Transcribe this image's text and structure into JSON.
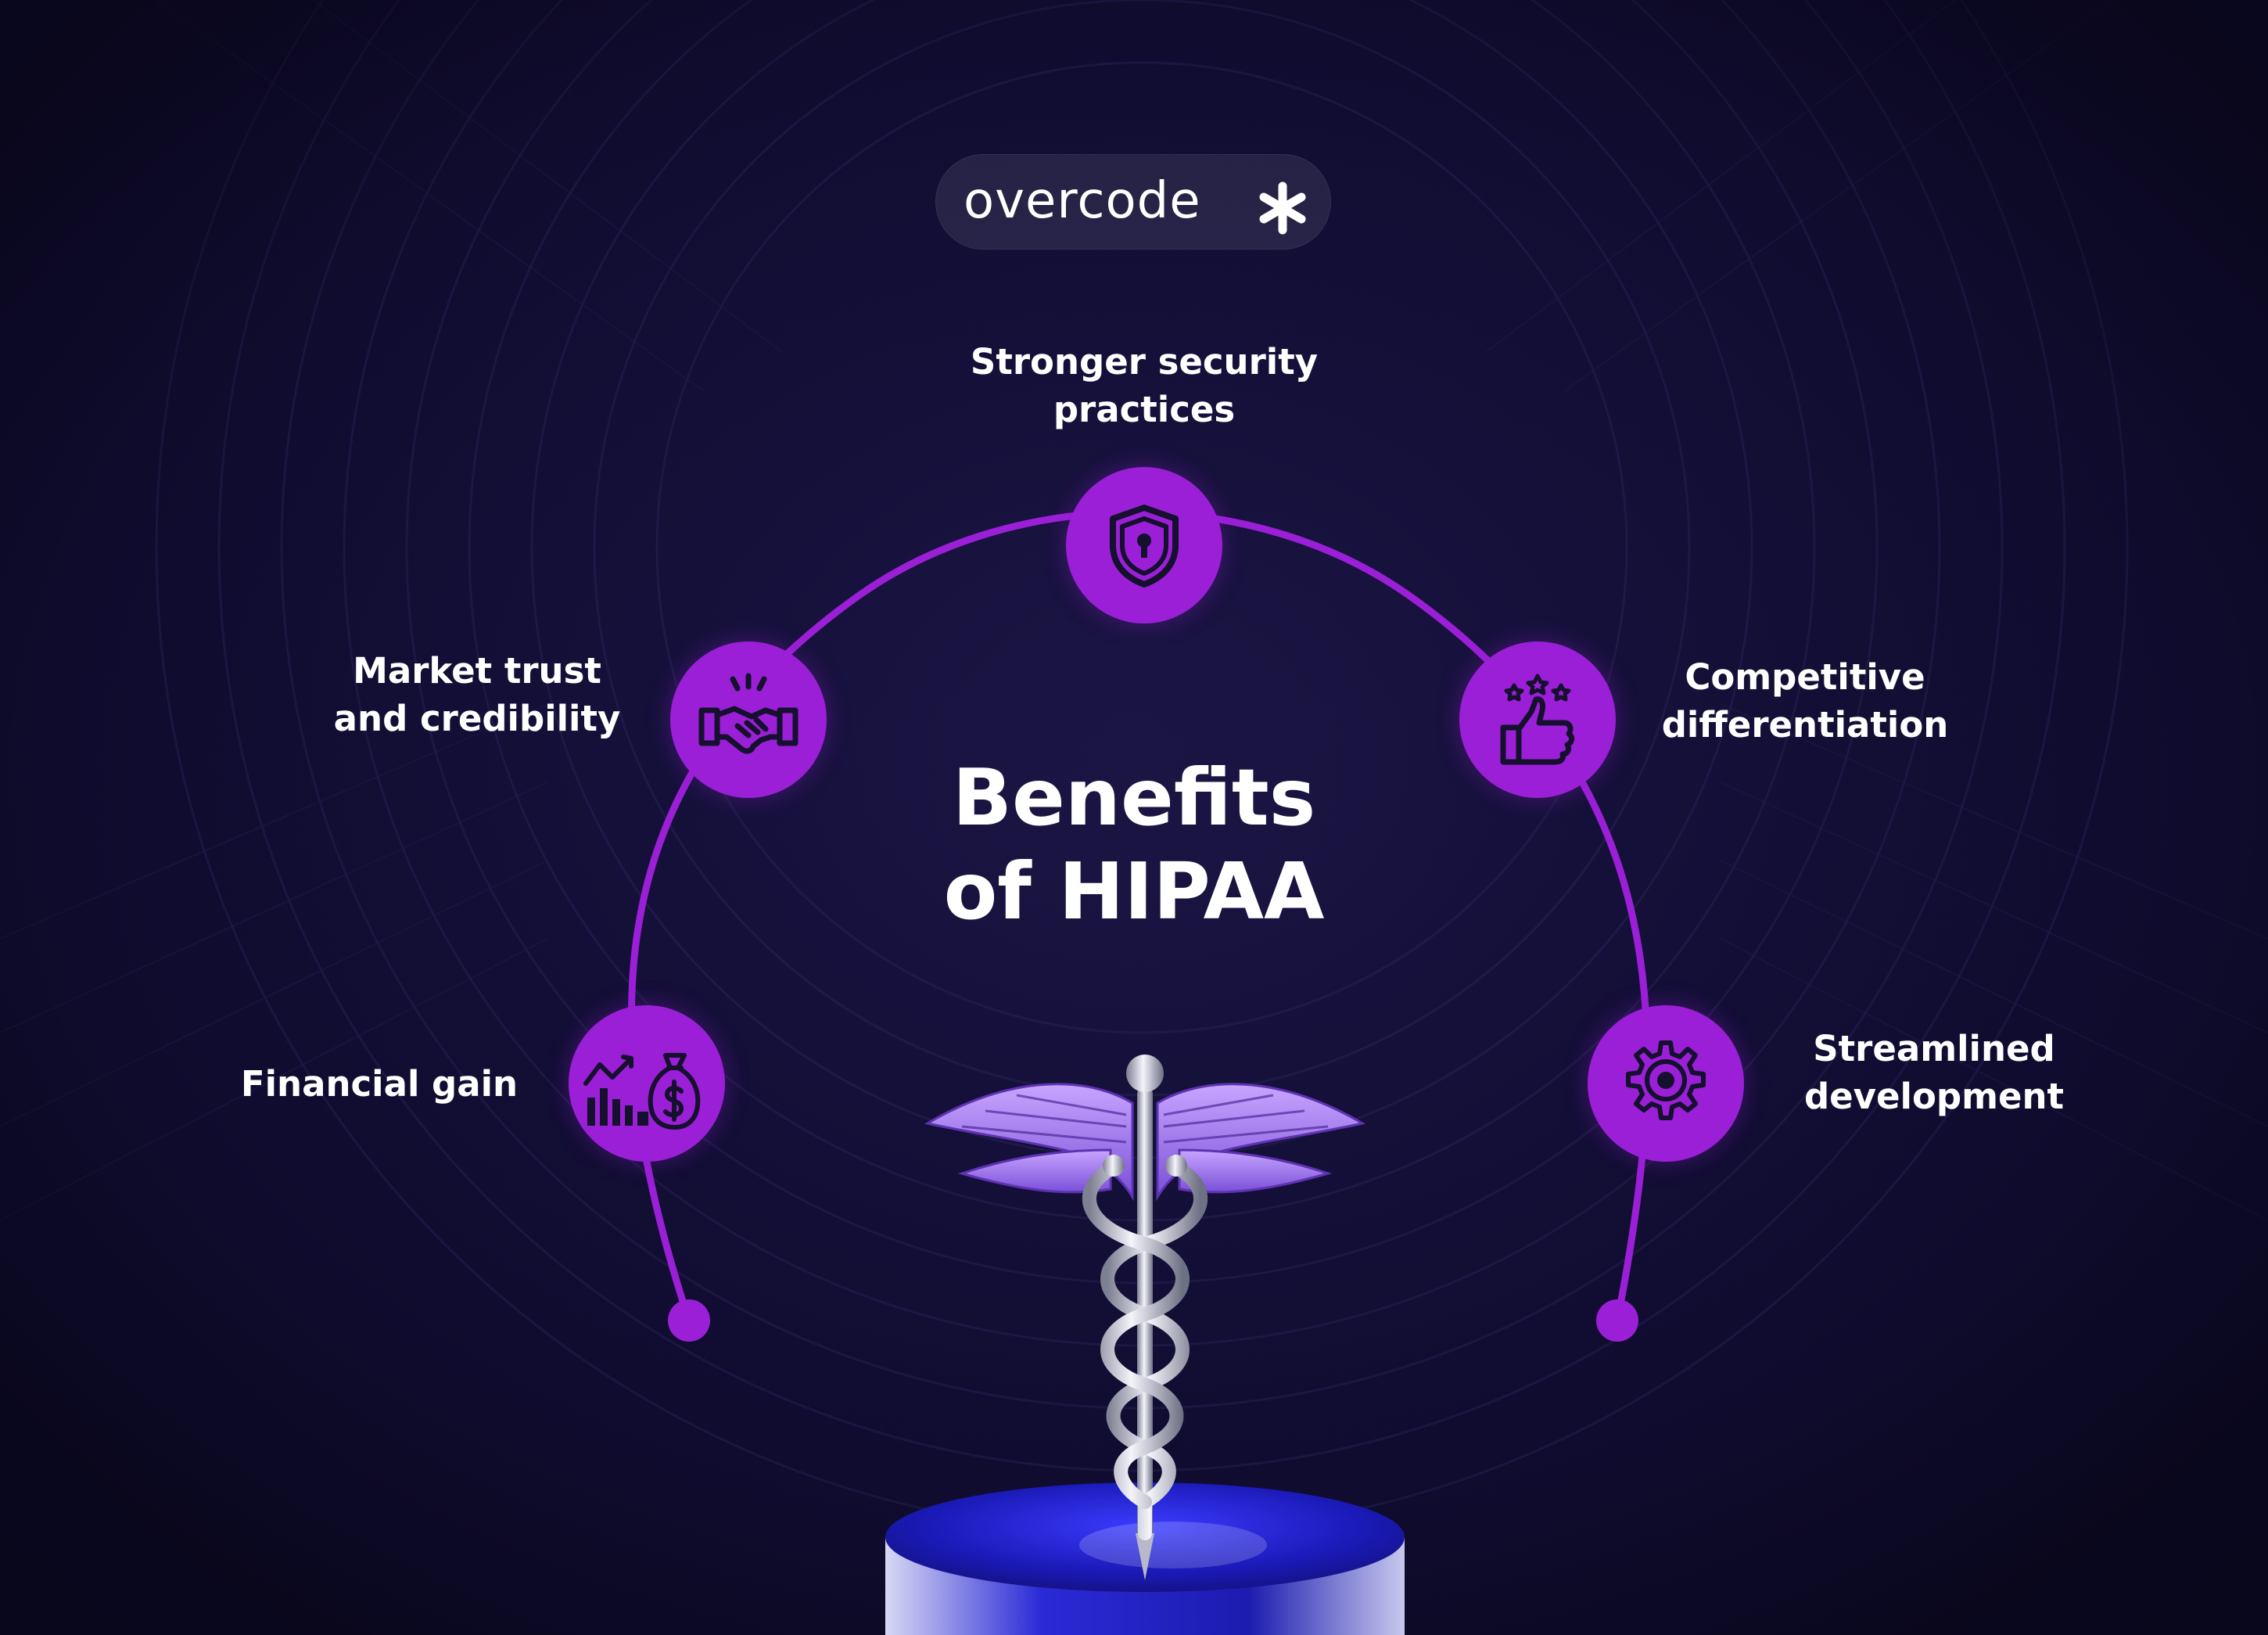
{
  "brand": {
    "name": "overcode",
    "mark_icon": "asterisk-icon"
  },
  "heading": {
    "line1": "Benefits",
    "line2": "of HIPAA"
  },
  "benefits": [
    {
      "line1": "Stronger security",
      "line2": "practices",
      "icon": "shield-lock-icon"
    },
    {
      "line1": "Market trust",
      "line2": "and credibility",
      "icon": "handshake-icon"
    },
    {
      "line1": "Competitive",
      "line2": "differentiation",
      "icon": "thumbs-up-stars-icon"
    },
    {
      "line1": "Financial gain",
      "line2": "",
      "icon": "money-bag-chart-icon"
    },
    {
      "line1": "Streamlined",
      "line2": "development",
      "icon": "gear-icon"
    }
  ],
  "illustration": {
    "icon": "caduceus-icon"
  },
  "colors": {
    "background": "#120e35",
    "accent": "#9a1fd6",
    "text": "#ffffff"
  }
}
